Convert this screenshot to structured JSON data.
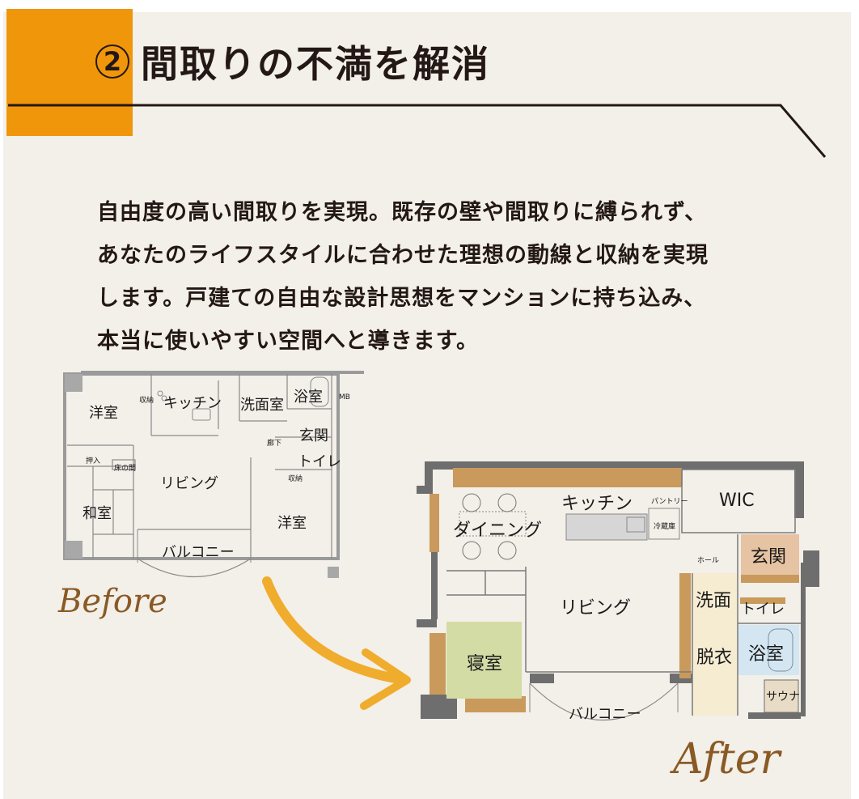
{
  "header": {
    "number": "②",
    "number_digit": "2",
    "title": "間取りの不満を解消",
    "accent_color": "#f0960a"
  },
  "body": {
    "lines": [
      "自由度の高い間取りを実現。既存の壁や間取りに縛られず、",
      "あなたのライフスタイルに合わせた理想の動線と収納を実現",
      "します。戸建ての自由な設計思想をマンションに持ち込み、",
      "本当に使いやすい空間へと導きます。"
    ]
  },
  "before_plan": {
    "caption": "Before",
    "rooms": {
      "western_room_1": "洋室",
      "storage_1": "収納",
      "kitchen": "キッチン",
      "washroom": "洗面室",
      "bathroom": "浴室",
      "mb": "MB",
      "corridor": "廊下",
      "entrance": "玄関",
      "closet": "押入",
      "tokonoma": "床の間",
      "living": "リビング",
      "toilet": "トイレ",
      "storage_2": "収納",
      "japanese_room": "和室",
      "western_room_2": "洋室",
      "balcony": "バルコニー"
    }
  },
  "after_plan": {
    "caption": "After",
    "rooms": {
      "kitchen": "キッチン",
      "pantry": "パントリー",
      "wic": "WIC",
      "dining": "ダイニング",
      "fridge": "冷蔵庫",
      "hall": "ホール",
      "entrance": "玄関",
      "living": "リビング",
      "washroom": "洗面",
      "toilet": "トイレ",
      "dressing": "脱衣",
      "bathroom": "浴室",
      "bedroom": "寝室",
      "sauna": "サウナ",
      "balcony": "バルコニー"
    },
    "colors": {
      "storage_wood": "#c99a5b",
      "bedroom": "#d3dca4",
      "entrance": "#e6c3a2",
      "bath": "#d4e6f1",
      "floor_tile": "#f6ecd2",
      "wall": "#6e6e6e"
    }
  },
  "arrow": {
    "color": "#f0ac2c"
  }
}
